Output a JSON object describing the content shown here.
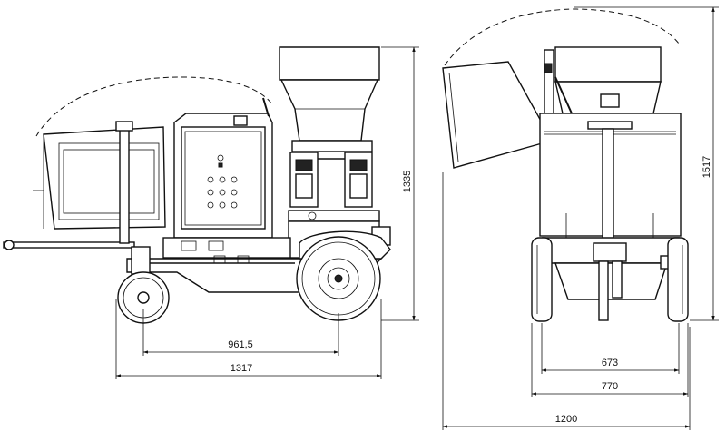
{
  "dimensions": {
    "side_view": {
      "axle_spacing": "961,5",
      "overall_length": "1317",
      "overall_height": "1335"
    },
    "front_view": {
      "track_width": "673",
      "overall_width": "770",
      "width_with_hopper": "1200",
      "overall_height": "1517"
    }
  },
  "colors": {
    "line": "#111111",
    "background": "#ffffff"
  }
}
